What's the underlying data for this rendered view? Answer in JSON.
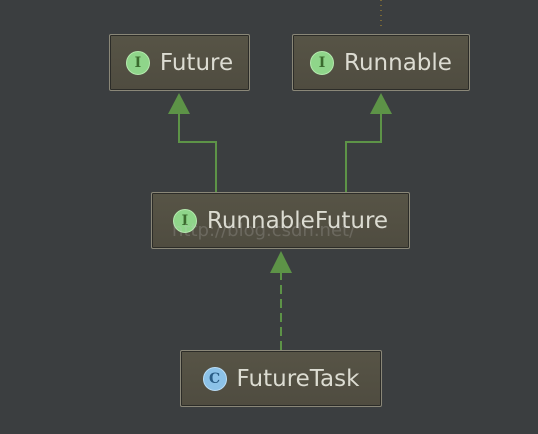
{
  "nodes": {
    "future": {
      "label": "Future",
      "badge": "I"
    },
    "runnable": {
      "label": "Runnable",
      "badge": "I"
    },
    "runnable_future": {
      "label": "RunnableFuture",
      "badge": "I"
    },
    "future_task": {
      "label": "FutureTask",
      "badge": "C"
    }
  },
  "watermark": "http://blog.csdn.net/",
  "colors": {
    "background": "#3b3e40",
    "node_fill": "#575446",
    "edge": "#5d9347",
    "interface_badge": "#8fd58a",
    "class_badge": "#8cc2e8"
  },
  "edges": [
    {
      "from": "runnable_future",
      "to": "future",
      "style": "solid",
      "kind": "extends"
    },
    {
      "from": "runnable_future",
      "to": "runnable",
      "style": "solid",
      "kind": "extends"
    },
    {
      "from": "future_task",
      "to": "runnable_future",
      "style": "dashed",
      "kind": "implements"
    }
  ]
}
